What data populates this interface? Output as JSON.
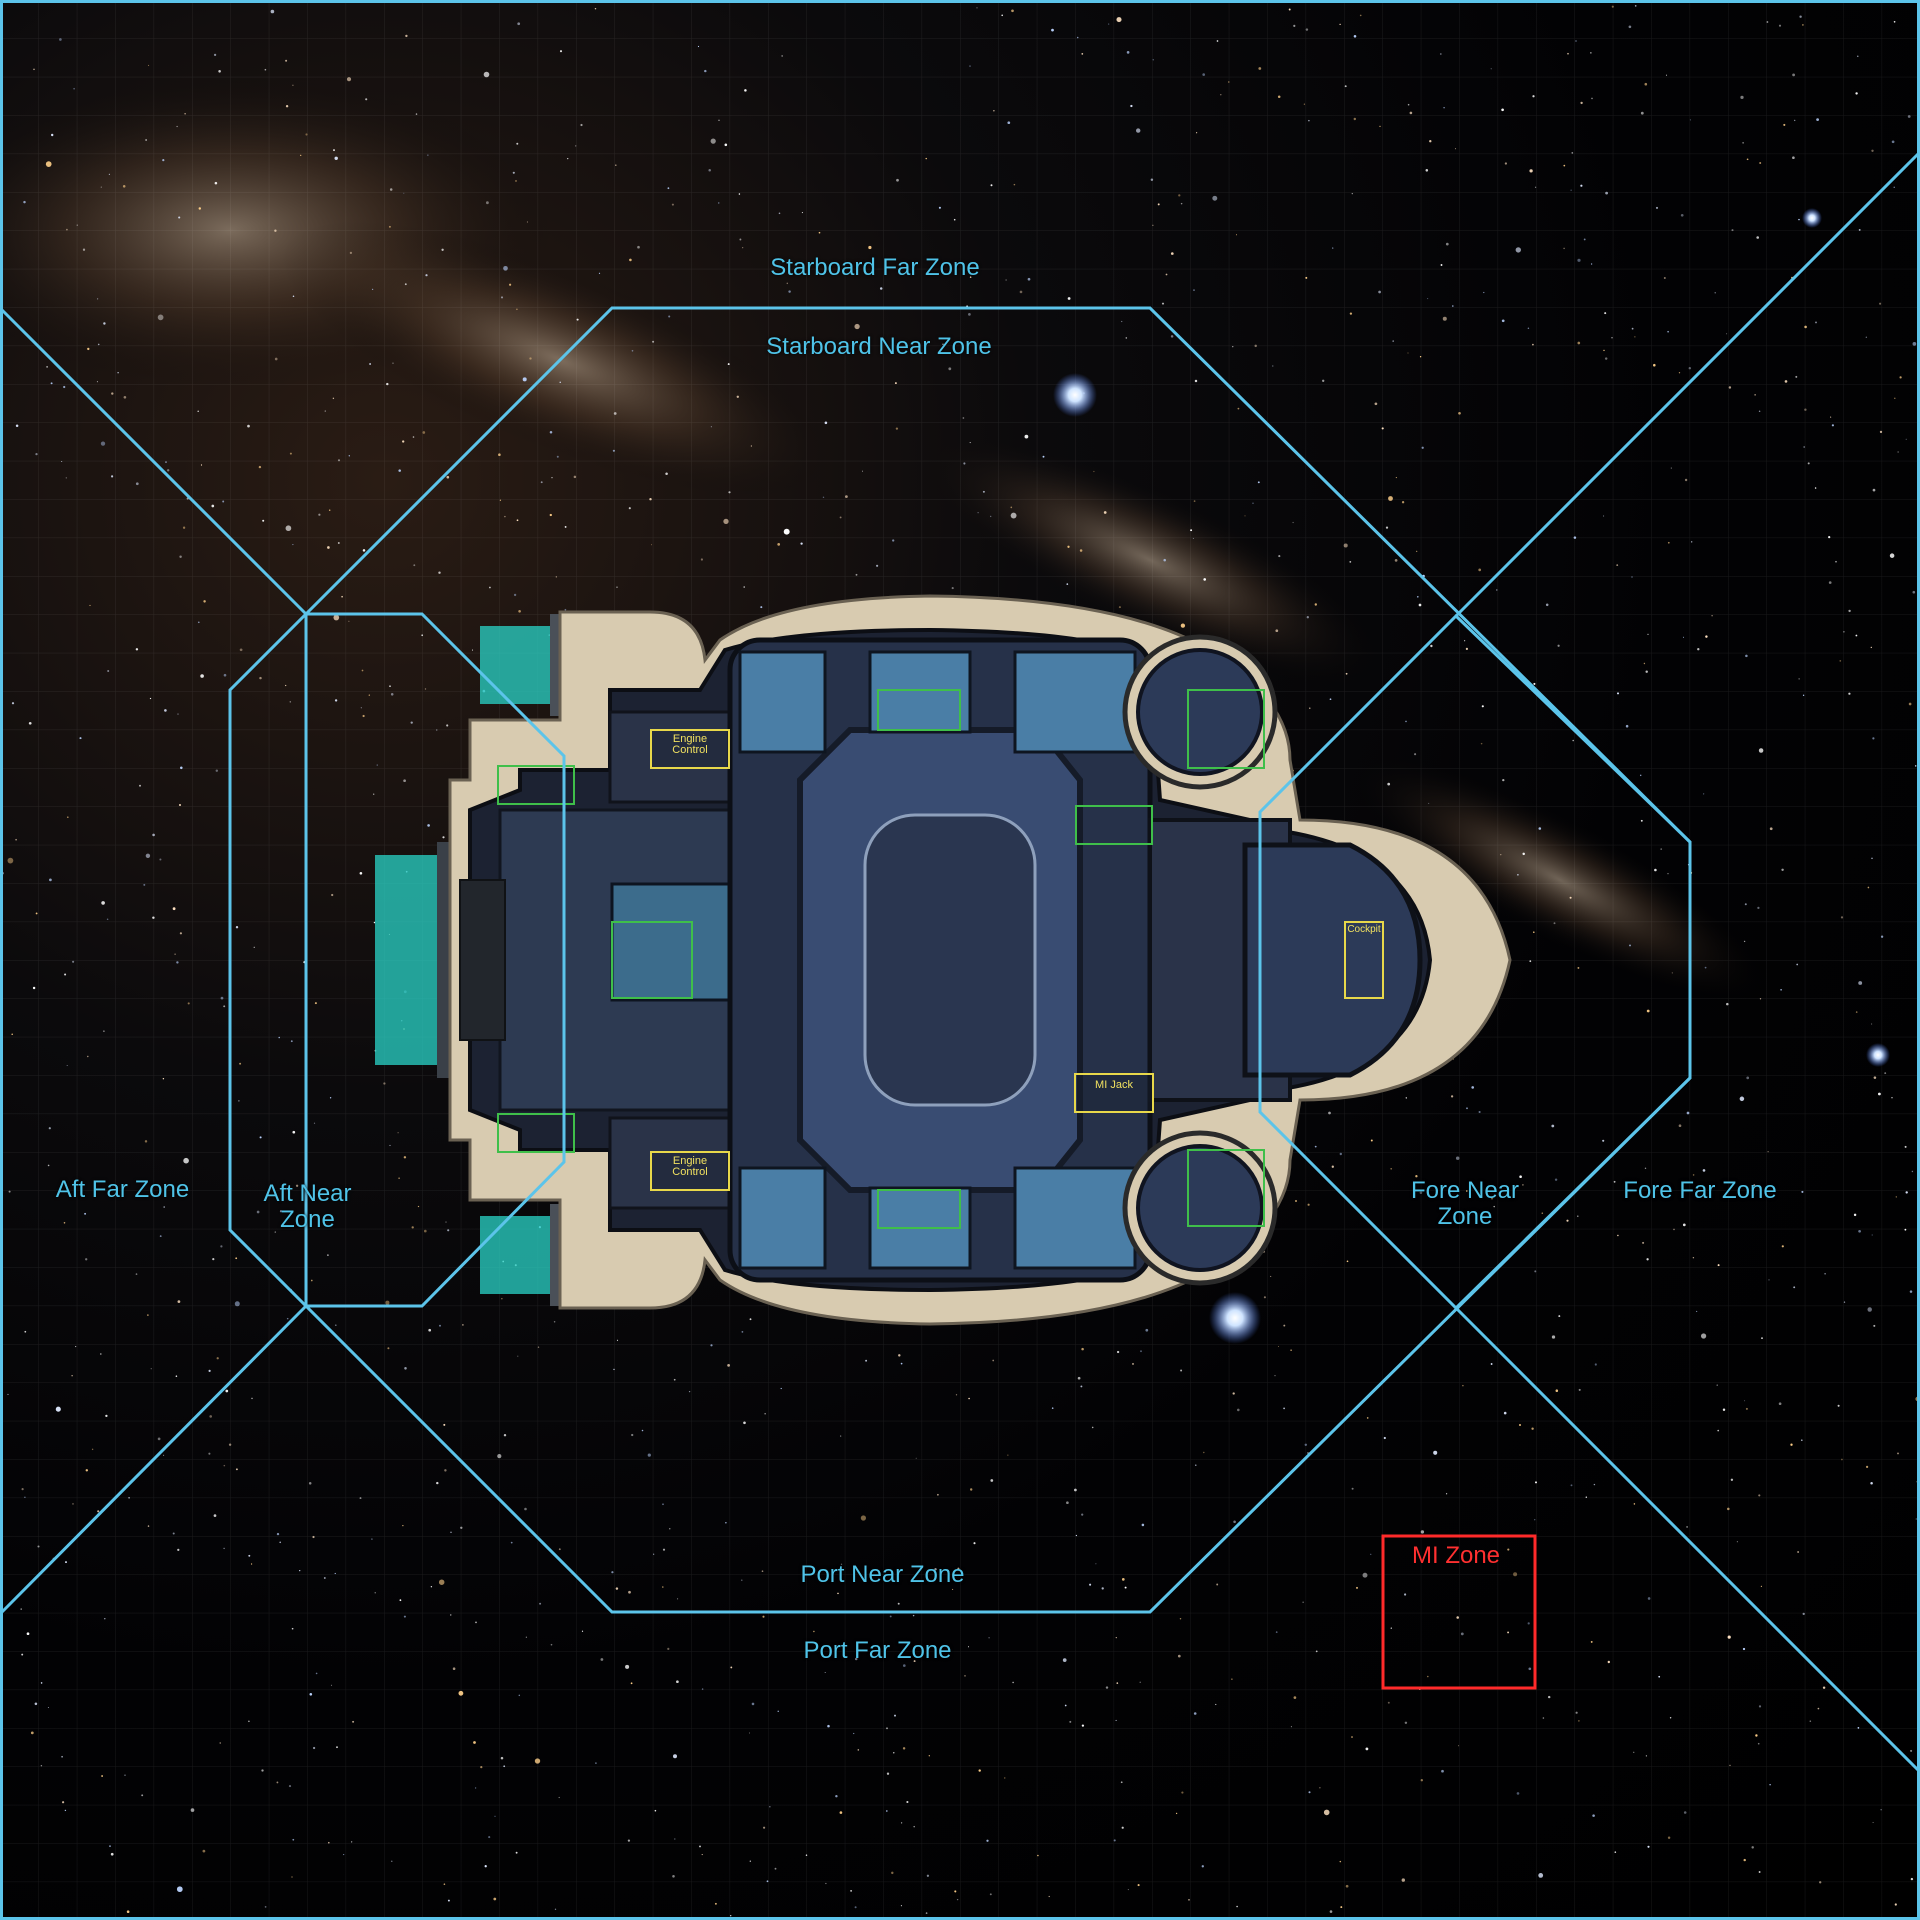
{
  "map": {
    "zones": {
      "starboard_far": "Starboard Far Zone",
      "starboard_near": "Starboard Near Zone",
      "port_near": "Port Near Zone",
      "port_far": "Port Far Zone",
      "aft_far": "Aft Far Zone",
      "aft_near": "Aft Near\nZone",
      "fore_near": "Fore Near\nZone",
      "fore_far": "Fore Far Zone",
      "mi": "MI Zone"
    },
    "rooms": {
      "engine_control_top": "Engine\nControl",
      "engine_control_bottom": "Engine\nControl",
      "mi_jack": "MI Jack",
      "cockpit": "Cockpit"
    },
    "colors": {
      "zone_line": "#5cc4ea",
      "zone_text": "#4fc3e8",
      "mi_zone": "#ff2a2a",
      "room_marker": "#e8d84a",
      "area_marker": "#3fbf4a",
      "hull": "#d8cbb0",
      "deck": "#3a4b6e",
      "thruster": "#2ad4c8"
    }
  }
}
